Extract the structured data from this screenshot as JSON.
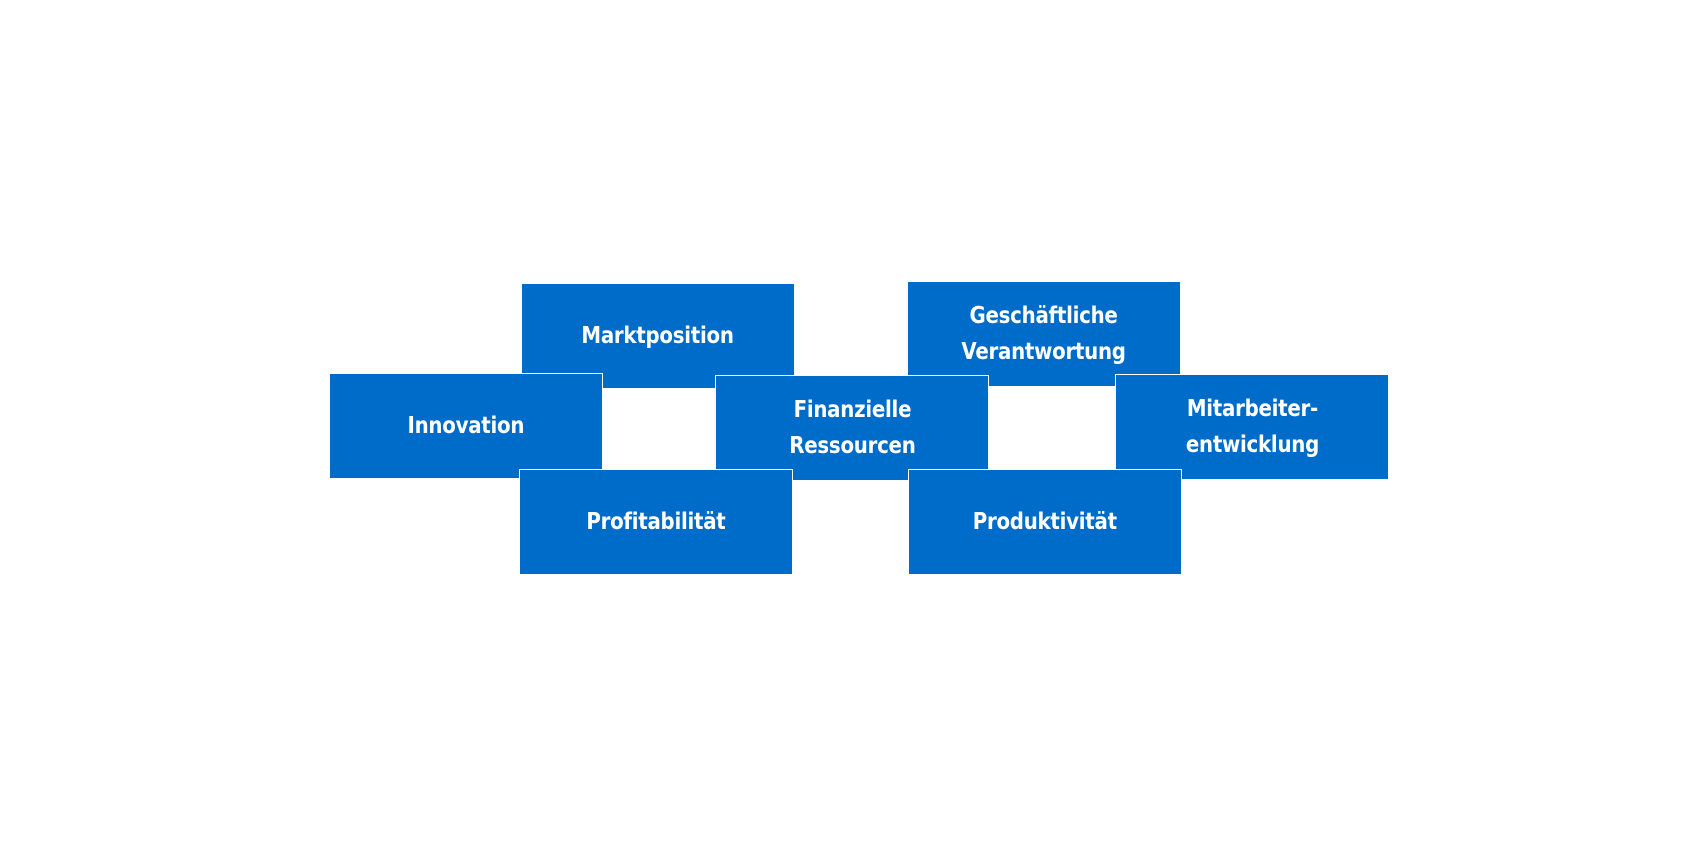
{
  "diagram": {
    "box_color": "#006cc9",
    "text_color": "#ffffff",
    "boxes": {
      "marktposition": "Marktposition",
      "geschaeftliche_verantwortung": "Geschäftliche\nVerantwortung",
      "innovation": "Innovation",
      "finanzielle_ressourcen": "Finanzielle\nRessourcen",
      "mitarbeiterentwicklung": "Mitarbeiter-\nentwicklung",
      "profitabilitaet": "Profitabilität",
      "produktivitaet": "Produktivität"
    }
  }
}
